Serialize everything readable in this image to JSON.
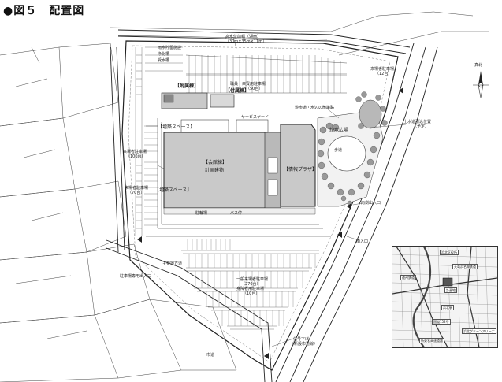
{
  "figure_title": "●図５　配置図",
  "labels": {
    "reservoir": "高水位前幅（湖面）",
    "reservoir_dim": "（30m×35m×11m）",
    "parking_p1": "来場者駐車場",
    "parking_p1_sub": "（12台）",
    "parking_p2": "職員・来賓用駐車場",
    "parking_p2_sub": "（50台）",
    "annex": "【附属棟】",
    "annex2": "【付属棟】",
    "plaza_walk": "遊歩道・水辺の散策路",
    "main_hall": "【会館棟】",
    "main_hall_sub": "計画建物",
    "info_plaza": "【情報プラザ】",
    "park": "親水広場",
    "service_yard": "サービスヤード",
    "bicycle_parking": "駐輪場",
    "bus_bay": "バス停",
    "parking_main": "一般来場者駐車場",
    "parking_main_count": "（270台）",
    "parking_main_sub": "身障者用駐車場",
    "parking_main_sub2": "（10台）",
    "general_parking": "来場者駐車場",
    "general_parking_sub": "（100台）",
    "general_parking2": "来場者駐車場",
    "general_parking2_sub": "（70台）",
    "entrance_parking": "南側出入口",
    "entrance_sub": "駐車場専用出入口",
    "exit_in": "南入口",
    "future_route": "上水道引込位置",
    "future_route_sub": "（予定）",
    "bus_note": "信号下げ",
    "bus_note_sub": "（新設市道線）",
    "zone_a": "【増築スペース】",
    "zone_b": "【増築スペース】",
    "upper_a": "雨水貯留施設",
    "upper_b": "浄化槽",
    "upper_c": "受水槽",
    "pedestrian": "歩道",
    "road_label_left": "主要地方道",
    "road_label_bottom": "市道",
    "north_label": "真北"
  },
  "inset": {
    "title_tags": [
      "浜北区役所",
      "天竜浜名湖鉄道",
      "計画地",
      "遠州鉄道",
      "浜北駅",
      "国道152号",
      "浜北グリーンアリーナ",
      "新東名高速道路"
    ]
  },
  "colors": {
    "building": "#c9c9c9",
    "building_dark": "#9a9a9a",
    "line": "#222222",
    "dashed": "#444444",
    "tree": "#777777",
    "pond": "#b8b8b8"
  }
}
